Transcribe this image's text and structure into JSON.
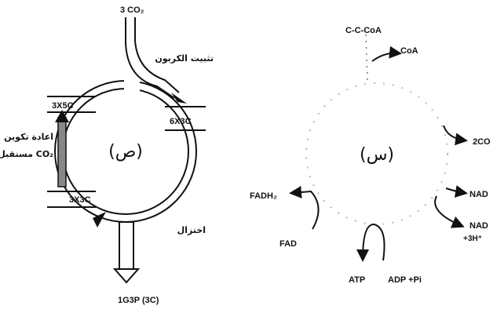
{
  "calvin": {
    "input": "3 CO₂",
    "fixation_label": "تثبيت الكربون",
    "compound_3x5c": "3X5C",
    "compound_6x3c": "6X3C",
    "compound_3x3c": "3X3C",
    "regeneration_label_line1": "اعادة تكوين",
    "regeneration_label_line2": "مستقبل CO₂",
    "reduction_label": "اختزال",
    "center_label": "(ص)",
    "output": "1G3P (3C)"
  },
  "krebs": {
    "input_top": "C-C-CoA",
    "coa_out": "CoA",
    "co2_out": "2CO",
    "nad1": "NAD",
    "nad2": "NAD",
    "nad2_h": "+3H⁺",
    "fadh2": "FADH₂",
    "fad": "FAD",
    "atp": "ATP",
    "adp": "ADP +Pi",
    "center_label": "(س)"
  }
}
